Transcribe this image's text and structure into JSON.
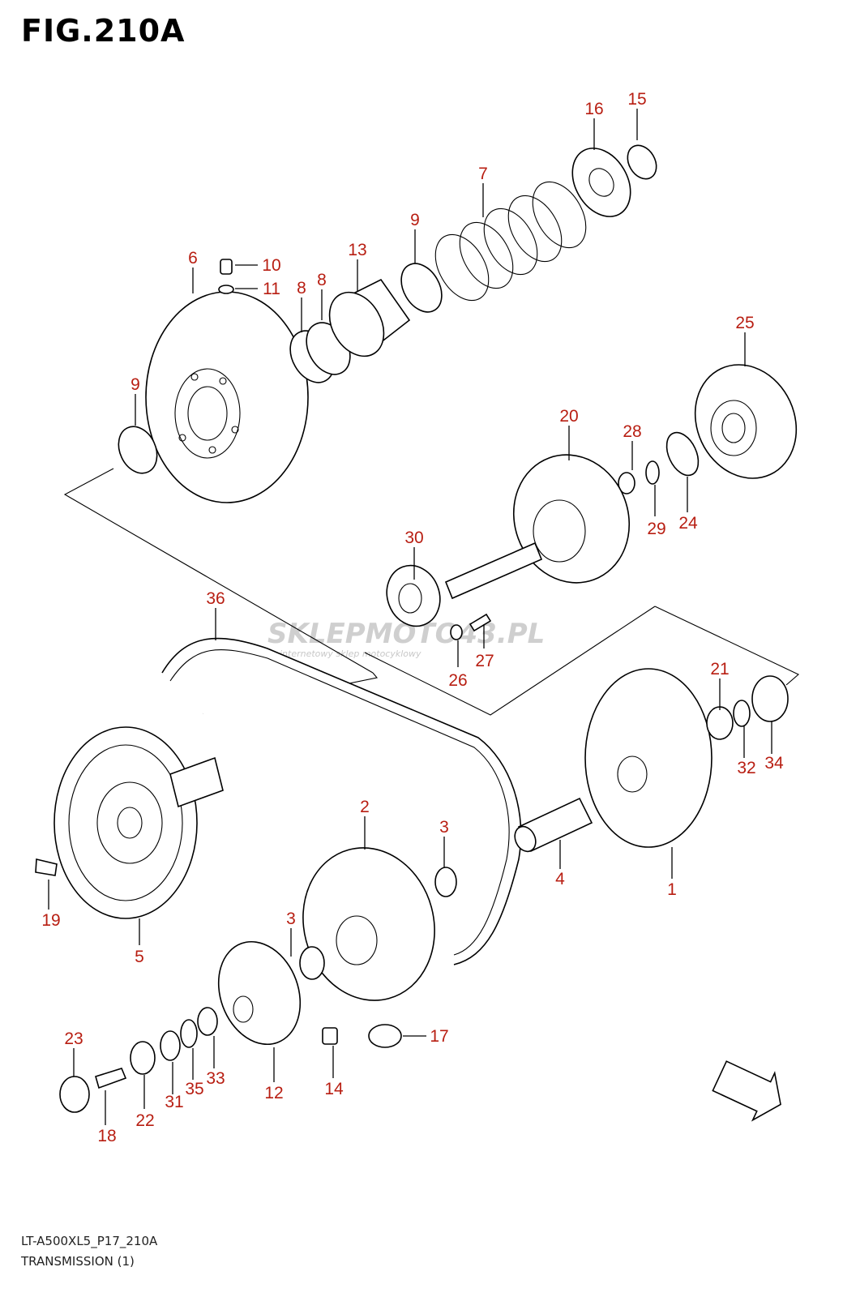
{
  "figure": {
    "title": "FIG.210A",
    "model_code": "LT-A500XL5_P17_210A",
    "section_name": "TRANSMISSION (1)"
  },
  "watermark": {
    "brand": "SKLEPMOTO43.PL",
    "tagline": "internetowy sklep motocyklowy"
  },
  "direction_badge": {
    "label": "FWD"
  },
  "callouts": [
    {
      "id": "c16",
      "label": "16"
    },
    {
      "id": "c15",
      "label": "15"
    },
    {
      "id": "c7",
      "label": "7"
    },
    {
      "id": "c9a",
      "label": "9"
    },
    {
      "id": "c13",
      "label": "13"
    },
    {
      "id": "c6",
      "label": "6"
    },
    {
      "id": "c10",
      "label": "10"
    },
    {
      "id": "c11",
      "label": "11"
    },
    {
      "id": "c8a",
      "label": "8"
    },
    {
      "id": "c8b",
      "label": "8"
    },
    {
      "id": "c9b",
      "label": "9"
    },
    {
      "id": "c25",
      "label": "25"
    },
    {
      "id": "c20",
      "label": "20"
    },
    {
      "id": "c28",
      "label": "28"
    },
    {
      "id": "c29",
      "label": "29"
    },
    {
      "id": "c24",
      "label": "24"
    },
    {
      "id": "c30",
      "label": "30"
    },
    {
      "id": "c36",
      "label": "36"
    },
    {
      "id": "c27",
      "label": "27"
    },
    {
      "id": "c26",
      "label": "26"
    },
    {
      "id": "c21",
      "label": "21"
    },
    {
      "id": "c32",
      "label": "32"
    },
    {
      "id": "c34",
      "label": "34"
    },
    {
      "id": "c2",
      "label": "2"
    },
    {
      "id": "c3a",
      "label": "3"
    },
    {
      "id": "c4",
      "label": "4"
    },
    {
      "id": "c1",
      "label": "1"
    },
    {
      "id": "c19",
      "label": "19"
    },
    {
      "id": "c5",
      "label": "5"
    },
    {
      "id": "c3b",
      "label": "3"
    },
    {
      "id": "c17",
      "label": "17"
    },
    {
      "id": "c23",
      "label": "23"
    },
    {
      "id": "c22",
      "label": "22"
    },
    {
      "id": "c31",
      "label": "31"
    },
    {
      "id": "c35",
      "label": "35"
    },
    {
      "id": "c33",
      "label": "33"
    },
    {
      "id": "c12",
      "label": "12"
    },
    {
      "id": "c14",
      "label": "14"
    },
    {
      "id": "c18",
      "label": "18"
    }
  ],
  "colors": {
    "callout_text": "#b81e12",
    "line_art": "#000000",
    "background": "#ffffff",
    "watermark_gray": "#cfcfcf",
    "watermark_red": "#e07070"
  }
}
